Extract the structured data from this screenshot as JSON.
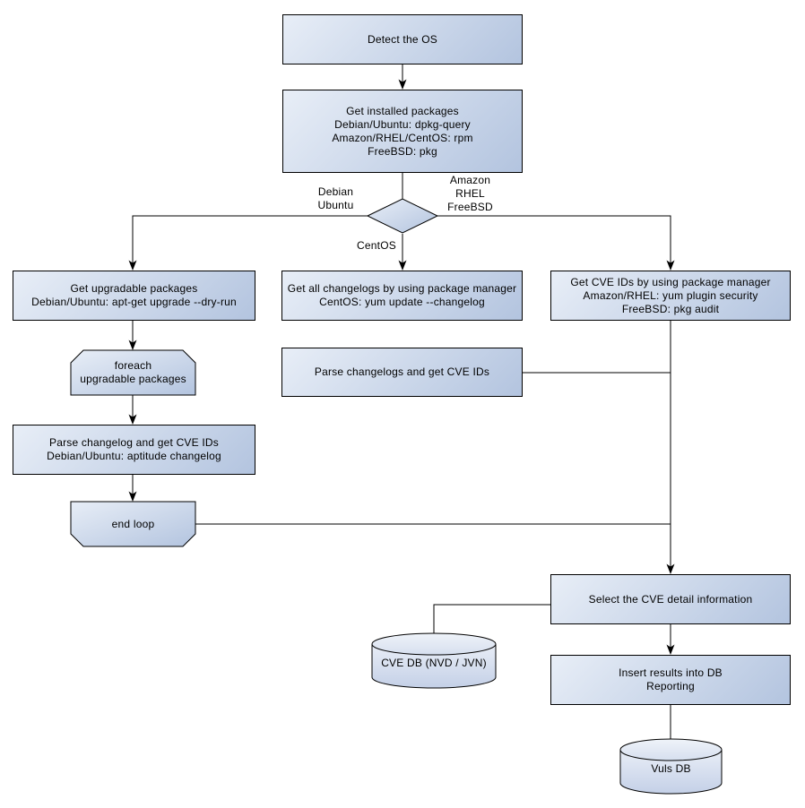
{
  "diagram": {
    "nodes": {
      "detect_os": {
        "label": "Detect the OS"
      },
      "get_installed_packages": {
        "label": "Get installed packages\nDebian/Ubuntu: dpkg-query\nAmazon/RHEL/CentOS: rpm\nFreeBSD: pkg"
      },
      "get_upgradable_packages": {
        "label": "Get upgradable packages\nDebian/Ubuntu: apt-get upgrade --dry-run"
      },
      "foreach_loop": {
        "label": "foreach\nupgradable  packages"
      },
      "parse_changelog_debian": {
        "label": "Parse changelog and get  CVE IDs\nDebian/Ubuntu: aptitude changelog"
      },
      "end_loop": {
        "label": "end loop"
      },
      "get_all_changelogs": {
        "label": "Get all changelogs by using package manager\nCentOS: yum update --changelog"
      },
      "parse_changelogs_centos": {
        "label": "Parse changelogs and get CVE IDs"
      },
      "get_cve_ids_pkg_manager": {
        "label": "Get CVE IDs by using package manager\nAmazon/RHEL: yum plugin security\nFreeBSD: pkg audit"
      },
      "select_cve_detail": {
        "label": "Select the CVE detail information"
      },
      "cve_db": {
        "label": "CVE DB (NVD / JVN)"
      },
      "insert_results": {
        "label": "Insert results into DB\nReporting"
      },
      "vuls_db": {
        "label": "Vuls DB"
      }
    },
    "branch_labels": {
      "left": "Debian\nUbuntu",
      "right": "Amazon\nRHEL\nFreeBSD",
      "down": "CentOS"
    },
    "colors": {
      "node_fill_light": "#e8eef7",
      "node_fill_dark": "#b3c4df",
      "node_border": "#000000",
      "connector": "#000000",
      "text": "#000000",
      "background": "#ffffff"
    }
  }
}
